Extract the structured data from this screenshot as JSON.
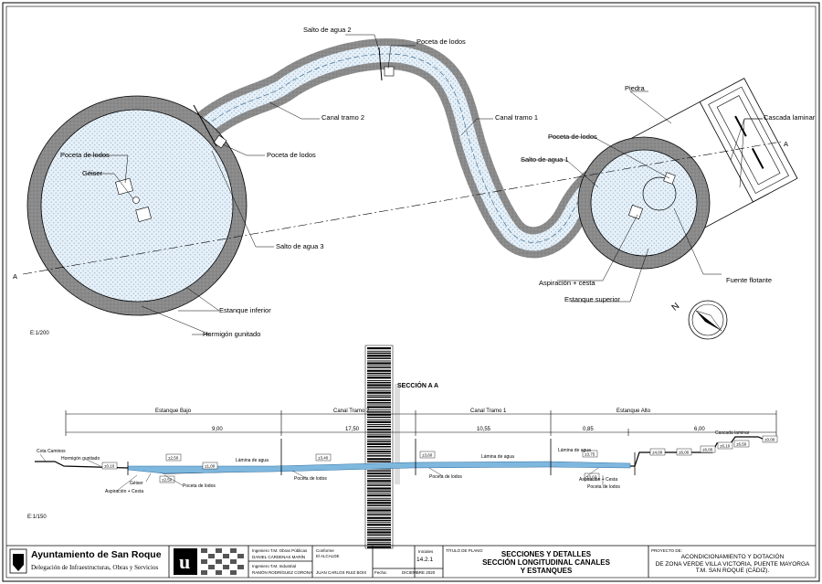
{
  "plan": {
    "labels": {
      "salto2": "Salto de agua 2",
      "poceta_top": "Poceta de lodos",
      "canal2": "Canal tramo 2",
      "canal1": "Canal tramo 1",
      "piedra": "Piedra",
      "cascada": "Cascada laminar",
      "poceta_left": "Poceta de lodos",
      "geiser": "Géiser",
      "poceta_mid": "Poceta de lodos",
      "poceta_right": "Poceta de lodos",
      "salto1": "Salto de agua 1",
      "salto3": "Salto de agua 3",
      "aspiracion": "Aspiración + cesta",
      "fuente": "Fuente flotante",
      "estanque_sup": "Estanque superior",
      "estanque_inf": "Estanque inferior",
      "hormigon": "Hormigón gunitado",
      "axis_a_left": "A",
      "axis_a_right": "A",
      "north": "N",
      "scale": "E:1/200"
    }
  },
  "section": {
    "title": "SECCIÓN A A",
    "scale": "E:1/150",
    "segments": [
      "Estanque Bajo",
      "Canal Tramo 2",
      "Canal Tramo 1",
      "Estanque Alto"
    ],
    "dims": [
      "9,00",
      "17,50",
      "10,55",
      "0,85",
      "6,00"
    ],
    "labels": {
      "cota": "Cota Caminos",
      "hormigon": "Hormigón gunitado",
      "lamina1": "Lámina de agua",
      "lamina2": "Lámina de agua",
      "lamina3": "Lámina de agua",
      "geiser": "Géiser",
      "aspiracion1": "Aspiración + Cesta",
      "poceta1": "Poceta de lodos",
      "poceta2": "Poceta de lodos",
      "poceta3": "Poceta de lodos",
      "aspiracion2": "Aspiración + Cesta",
      "poceta4": "Poceta de lodos",
      "cascada": "Cascada laminar"
    },
    "levels": [
      "±0,10",
      "±2,50",
      "±1,00",
      "±2,50",
      "±3,40",
      "±3,60",
      "±3,75",
      "±4,00",
      "±3,63",
      "±6,00",
      "±6,00",
      "±6,10",
      "±6,50",
      "±0,00"
    ]
  },
  "titleblock": {
    "org_name": "Ayuntamiento de San Roque",
    "org_sub": "Delegación de Infraestructuras, Obras y Servicios",
    "eng1_role": "Ingeniero T.M. Obras Públicas",
    "eng1_name": "DANIEL CÁRDENAS MARÍN",
    "eng2_role": "Ingeniero T.M. Industrial",
    "eng2_name": "RAMÓN RODRÍGUEZ CORONA",
    "conforme_label": "Conforme",
    "conforme_role": "El ALCALDE",
    "conforme_name": "JUAN CARLOS RUIZ BOIX",
    "fecha_label": "Fecha:",
    "fecha": "DICIEMBRE 2020",
    "iniciales_label": "Iniciales",
    "plan_no": "14.2.1",
    "titulo_label": "TÍTULO DE PLANO:",
    "titulo1": "SECCIONES Y DETALLES",
    "titulo2": "SECCIÓN LONGITUDINAL CANALES",
    "titulo3": "Y ESTANQUES",
    "proyecto_label": "PROYECTO DE:",
    "proyecto1": "ACONDICIONAMIENTO Y DOTACIÓN",
    "proyecto2": "DE ZONA VERDE VILLA VICTORIA, PUENTE MAYORGA",
    "proyecto3": "T.M. SAN ROQUE (CÁDIZ)."
  }
}
